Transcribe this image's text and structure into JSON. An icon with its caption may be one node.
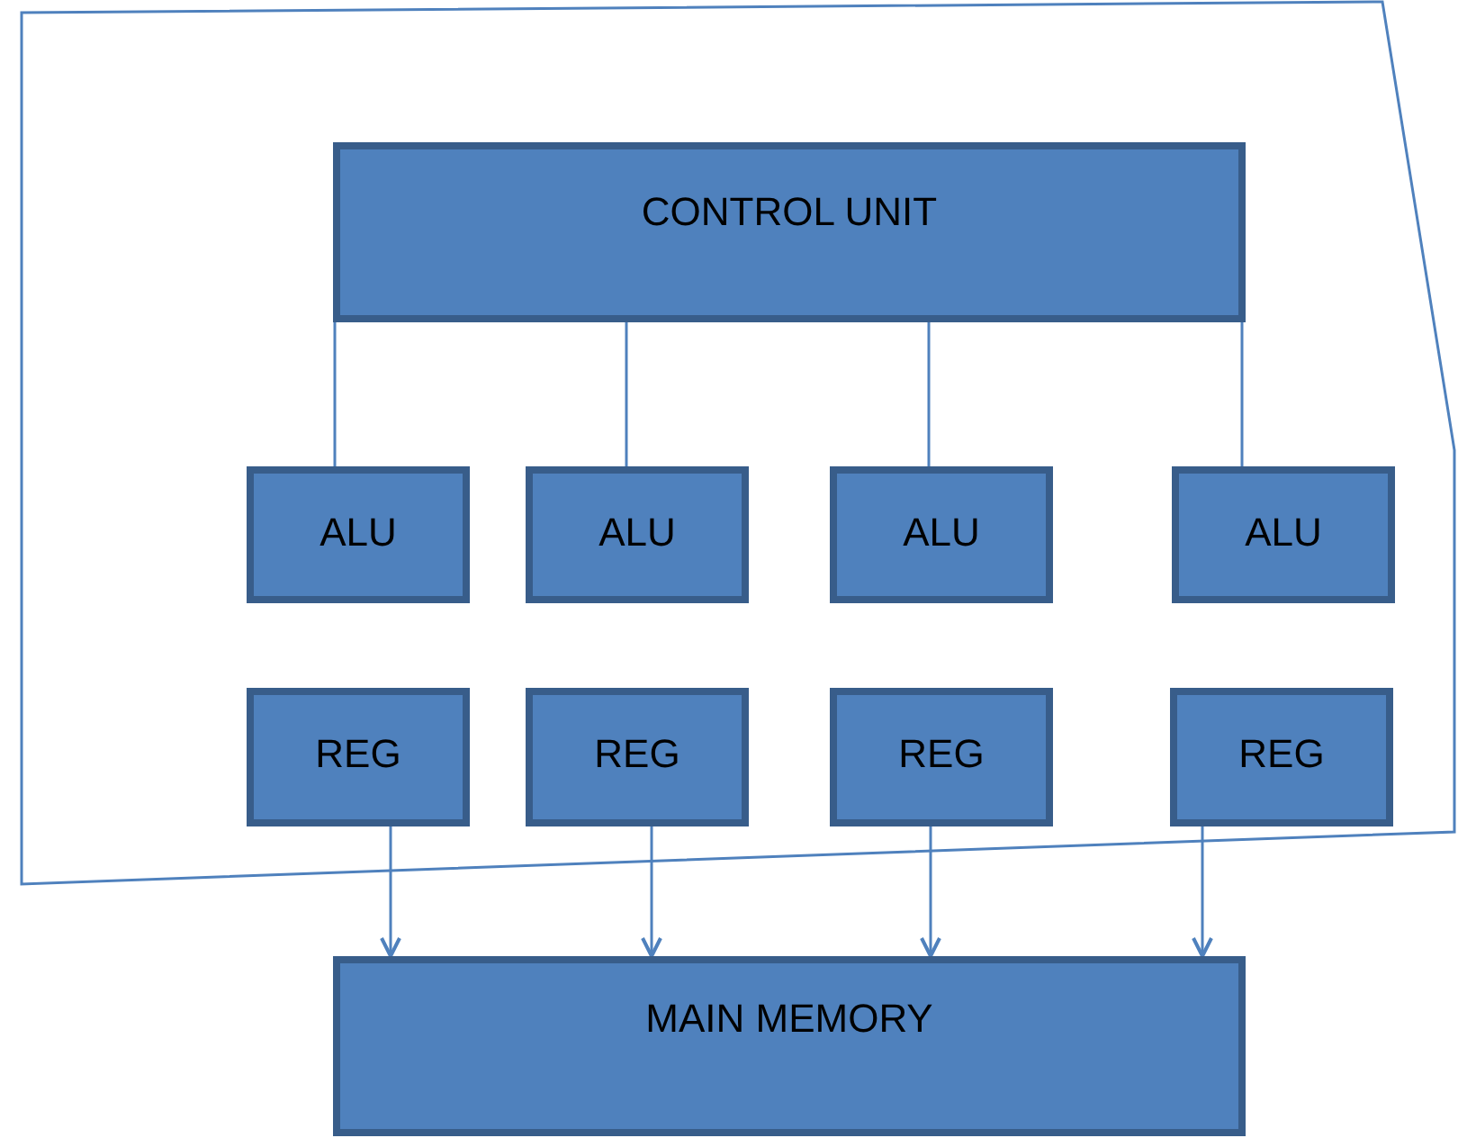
{
  "diagram": {
    "nodes": [
      {
        "text": [],
        "shape": "box"
      },
      {
        "text": [
          "CONTROL UNIT"
        ],
        "in": 0
      },
      {
        "text": [
          "ALU"
        ],
        "in": 0
      },
      {
        "text": [
          "ALU"
        ],
        "in": 0
      },
      {
        "text": [
          "ALU"
        ],
        "in": 0
      },
      {
        "text": [
          "ALU"
        ],
        "in": 0
      },
      {
        "text": [
          "REG"
        ],
        "in": 0
      },
      {
        "text": [
          "REG"
        ],
        "in": 0
      },
      {
        "text": [
          "REG"
        ],
        "in": 0
      },
      {
        "text": [
          "REG"
        ],
        "in": 0
      },
      {
        "text": [
          "MAIN MEMORY"
        ]
      }
    ],
    "edges": [
      {
        "from": 1,
        "to": 2,
        "arrow": "none"
      },
      {
        "from": 1,
        "to": 3,
        "arrow": "none"
      },
      {
        "from": 1,
        "to": 4,
        "arrow": "none"
      },
      {
        "from": 1,
        "to": 5,
        "arrow": "none"
      },
      {
        "from": 6,
        "to": 10,
        "arrow": "to"
      },
      {
        "from": 7,
        "to": 10,
        "arrow": "to"
      },
      {
        "from": 8,
        "to": 10,
        "arrow": "to"
      },
      {
        "from": 9,
        "to": 10,
        "arrow": "to"
      }
    ]
  }
}
